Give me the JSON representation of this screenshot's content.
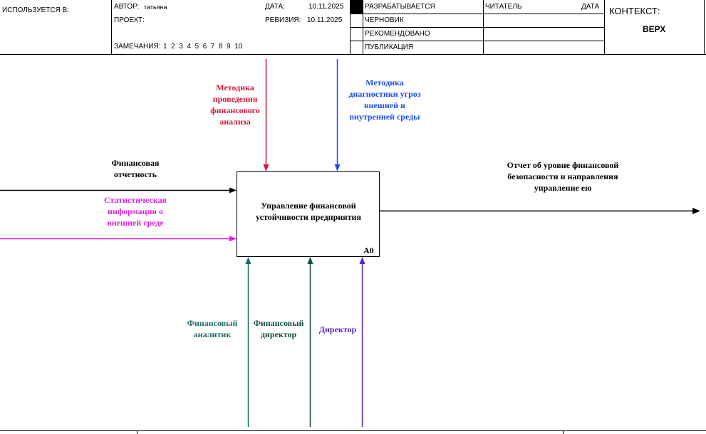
{
  "header": {
    "used_in": "ИСПОЛЬЗУЕТСЯ В:",
    "author_label": "АВТОР:",
    "author_value": "татьяна",
    "project_label": "ПРОЕКТ:",
    "notes_label": "ЗАМЕЧАНИЯ:",
    "notes_numbers": "1  2  3  4  5  6  7  8  9  10",
    "date_label": "ДАТА:",
    "date_value": "10.11.2025",
    "revision_label": "РЕВИЗИЯ:",
    "revision_value": "10.11.2025",
    "status_items": [
      "РАЗРАБАТЫВАЕТСЯ",
      "ЧЕРНОВИК",
      "РЕКОМЕНДОВАНО",
      "ПУБЛИКАЦИЯ"
    ],
    "active_status_index": 0,
    "reader_label": "ЧИТАТЕЛЬ",
    "reader_date_label": "ДАТА",
    "context_label": "КОНТЕКСТ:",
    "context_value": "ВЕРХ"
  },
  "diagram": {
    "activity": {
      "title_line1": "Управление финансовой",
      "title_line2": "устойчивости предприятия",
      "node_id": "А0"
    },
    "inputs": [
      {
        "lines": [
          "Финансовая",
          "отчетность"
        ],
        "color": "#000000"
      },
      {
        "lines": [
          "Статистическая",
          "информация о",
          "внешней среде"
        ],
        "color": "#e21ee0"
      }
    ],
    "controls": [
      {
        "lines": [
          "Методика",
          "проведения",
          "финансового",
          "анализа"
        ],
        "color": "#d6173c"
      },
      {
        "lines": [
          "Методика",
          "диагностики угроз",
          "внешней и",
          "внутренней среды"
        ],
        "color": "#1b4ff5"
      }
    ],
    "outputs": [
      {
        "lines": [
          "Отчет об уровне финансовой",
          "безопасности и направления",
          "управление ею"
        ],
        "color": "#000000"
      }
    ],
    "mechanisms": [
      {
        "lines": [
          "Финансовый",
          "аналитик"
        ],
        "color": "#1c6e66"
      },
      {
        "lines": [
          "Финансовый",
          "директор"
        ],
        "color": "#0f4f45"
      },
      {
        "lines": [
          "Директор"
        ],
        "color": "#5a1fd6"
      }
    ]
  }
}
